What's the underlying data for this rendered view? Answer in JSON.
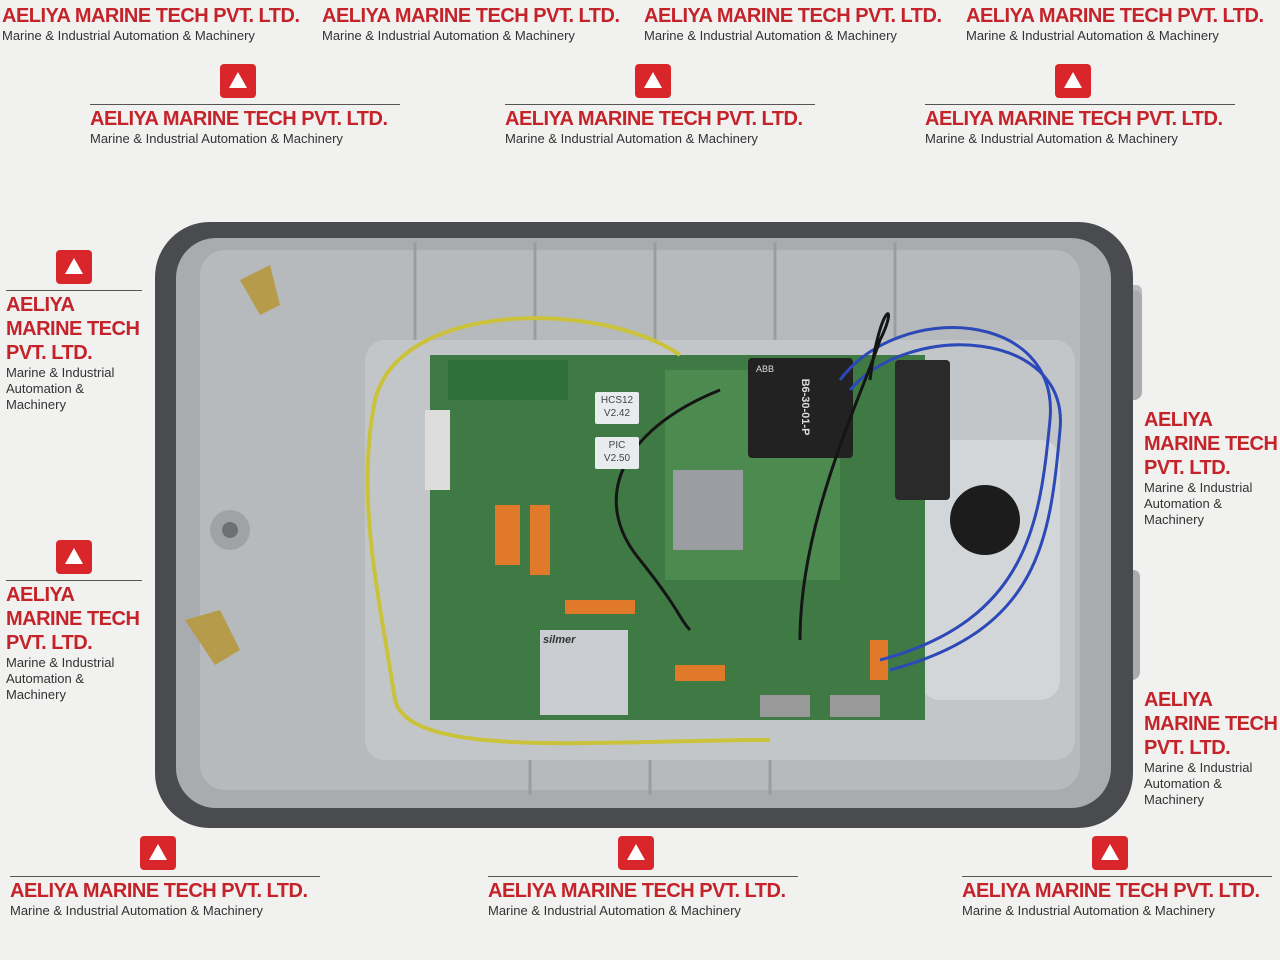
{
  "watermark": {
    "title": "AELIYA MARINE TECH PVT. LTD.",
    "subtitle": "Marine & Industrial Automation & Machinery",
    "brand_color": "#c4232a",
    "logo_color": "#d8262b"
  },
  "board_labels": {
    "mcu": "HCS12",
    "mcu_version": "V2.42",
    "pic": "PIC",
    "pic_version": "V2.50",
    "contactor": "B6-30-01-P",
    "contactor_brand": "ABB",
    "transformer_brand": "silmer"
  },
  "colors": {
    "enclosure_rim": "#4a4b4f",
    "enclosure_inner": "#b7babd",
    "pcb": "#3f7a45",
    "earth_wire": "#c9c23a",
    "blue_wire": "#2c49b8"
  }
}
